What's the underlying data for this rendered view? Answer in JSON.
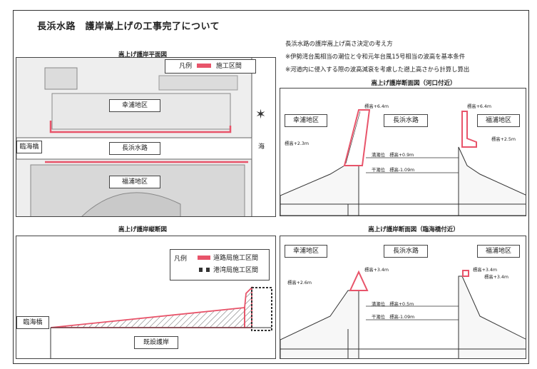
{
  "title": "長浜水路　護岸嵩上げの工事完了について",
  "notes": [
    "長浜水路の護岸嵩上げ高さ決定の考え方",
    "※伊勢湾台風相当の潮位と令和元年台風15号相当の波高を基本条件",
    "※河道内に侵入する際の波高減衰を考慮した遡上高さから計算し算出"
  ],
  "plan": {
    "caption": "嵩上げ護岸平面図",
    "legend_title": "凡例",
    "legend_item": "施工区間",
    "north_district": "幸浦地区",
    "south_district": "福浦地区",
    "waterway": "長浜水路",
    "bridge": "臨海橋",
    "sea": "海"
  },
  "section_mouth": {
    "caption": "嵩上げ護岸断面図（河口付近）",
    "left_district": "幸浦地区",
    "center": "長浜水路",
    "right_district": "福浦地区",
    "left_top": "標高+6.4m",
    "right_top": "標高+6.4m",
    "left_ground": "標高+2.3m",
    "right_ground": "標高+2.5m",
    "high_tide": "満潮位　標高+0.9m",
    "low_tide": "干潮位　標高-1.09m"
  },
  "longitudinal": {
    "caption": "嵩上げ護岸縦断図",
    "legend_title": "凡例",
    "legend_road": "道路局施工区間",
    "legend_port": "港湾局施工区間",
    "bridge": "臨海橋",
    "existing": "既設護岸"
  },
  "section_bridge": {
    "caption": "嵩上げ護岸断面図（臨海橋付近）",
    "left_district": "幸浦地区",
    "center": "長浜水路",
    "right_district": "福浦地区",
    "left_top": "標高+3.4m",
    "right_top": "標高+3.4m",
    "left_ground": "標高+2.6m",
    "right_ground": "標高+3.4m",
    "high_tide": "満潮位　標高+0.5m",
    "low_tide": "干潮位　標高-1.09m"
  },
  "colors": {
    "accent": "#e8546a",
    "line": "#333333"
  }
}
